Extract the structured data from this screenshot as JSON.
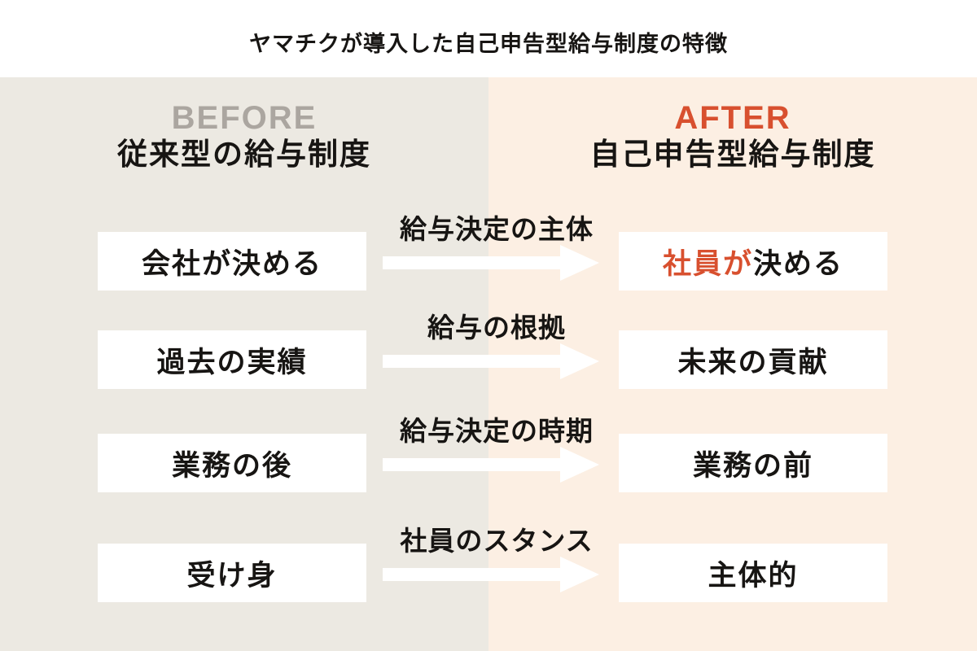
{
  "title": "ヤマチクが導入した自己申告型給与制度の特徴",
  "colors": {
    "left_panel_bg": "#ECE9E2",
    "right_panel_bg": "#FCEFE3",
    "before_label": "#ABA6A0",
    "accent_red": "#D8502F",
    "text": "#171513",
    "box_bg": "#FFFFFF",
    "arrow": "#FFFFFF"
  },
  "before_column": {
    "tag": "BEFORE",
    "heading": "従来型の給与制度"
  },
  "after_column": {
    "tag": "AFTER",
    "heading": "自己申告型給与制度"
  },
  "rows": [
    {
      "before": "会社が決める",
      "arrow_label": "給与決定の主体",
      "after_highlight": "社員が",
      "after_rest": "決める"
    },
    {
      "before": "過去の実績",
      "arrow_label": "給与の根拠",
      "after_highlight": "",
      "after_rest": "未来の貢献"
    },
    {
      "before": "業務の後",
      "arrow_label": "給与決定の時期",
      "after_highlight": "",
      "after_rest": "業務の前"
    },
    {
      "before": "受け身",
      "arrow_label": "社員のスタンス",
      "after_highlight": "",
      "after_rest": "主体的"
    }
  ]
}
